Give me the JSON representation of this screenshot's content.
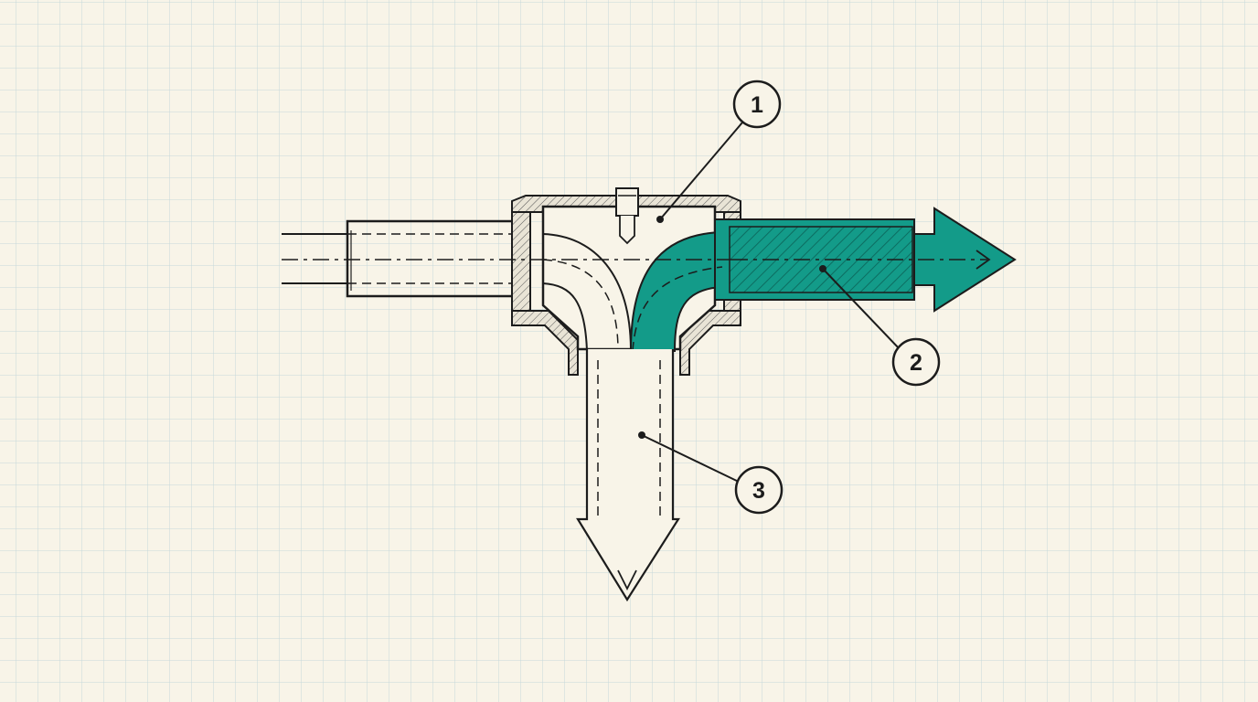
{
  "colors": {
    "paper": "#f8f4e8",
    "grid": "#bfd3d6",
    "ink": "#1c1c1c",
    "highlight_flow": "#139b89",
    "highlight_dark": "#0f7a6c"
  },
  "callouts": [
    {
      "number": "1",
      "target": "tee-fitting-body"
    },
    {
      "number": "2",
      "target": "right-outlet-flow-highlighted"
    },
    {
      "number": "3",
      "target": "downward-outlet-flow"
    }
  ]
}
